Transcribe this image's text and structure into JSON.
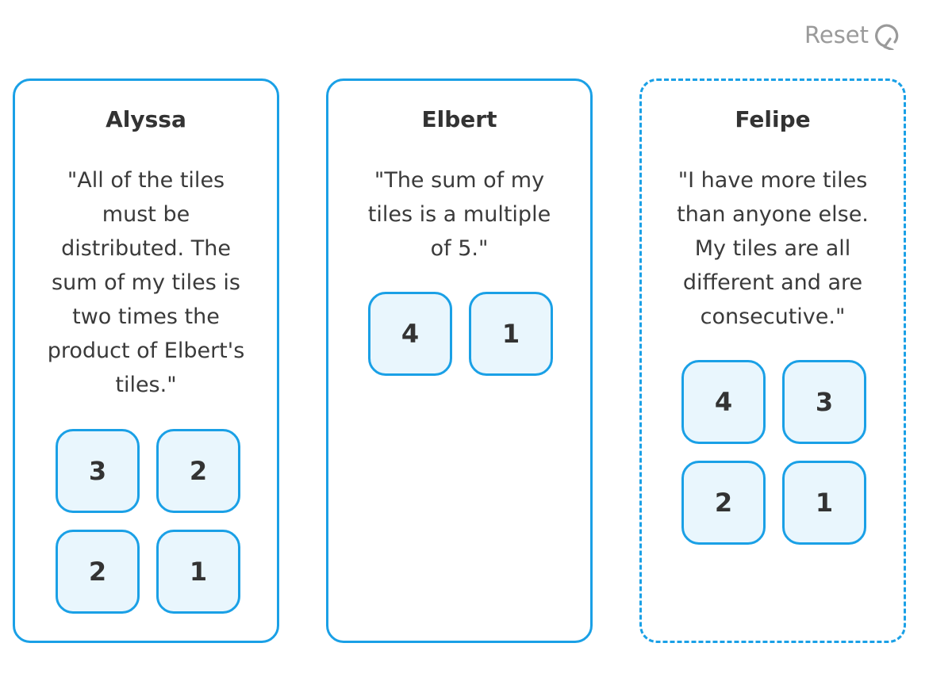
{
  "reset": {
    "label": "Reset",
    "icon": "reset-icon"
  },
  "colors": {
    "accent": "#1aa0e6",
    "tile_fill": "#e9f6fd",
    "muted_text": "#9a9a9a"
  },
  "cards": [
    {
      "name": "Alyssa",
      "quote": "\"All of the tiles must be distributed. The sum of my tiles is two times the product of Elbert's tiles.\"",
      "tiles": [
        "3",
        "2",
        "2",
        "1"
      ]
    },
    {
      "name": "Elbert",
      "quote": "\"The sum of my tiles is a multiple of 5.\"",
      "tiles": [
        "4",
        "1"
      ]
    },
    {
      "name": "Felipe",
      "quote": "\"I have more tiles than anyone else. My tiles are all different and are consecutive.\"",
      "tiles": [
        "4",
        "3",
        "2",
        "1"
      ]
    }
  ]
}
